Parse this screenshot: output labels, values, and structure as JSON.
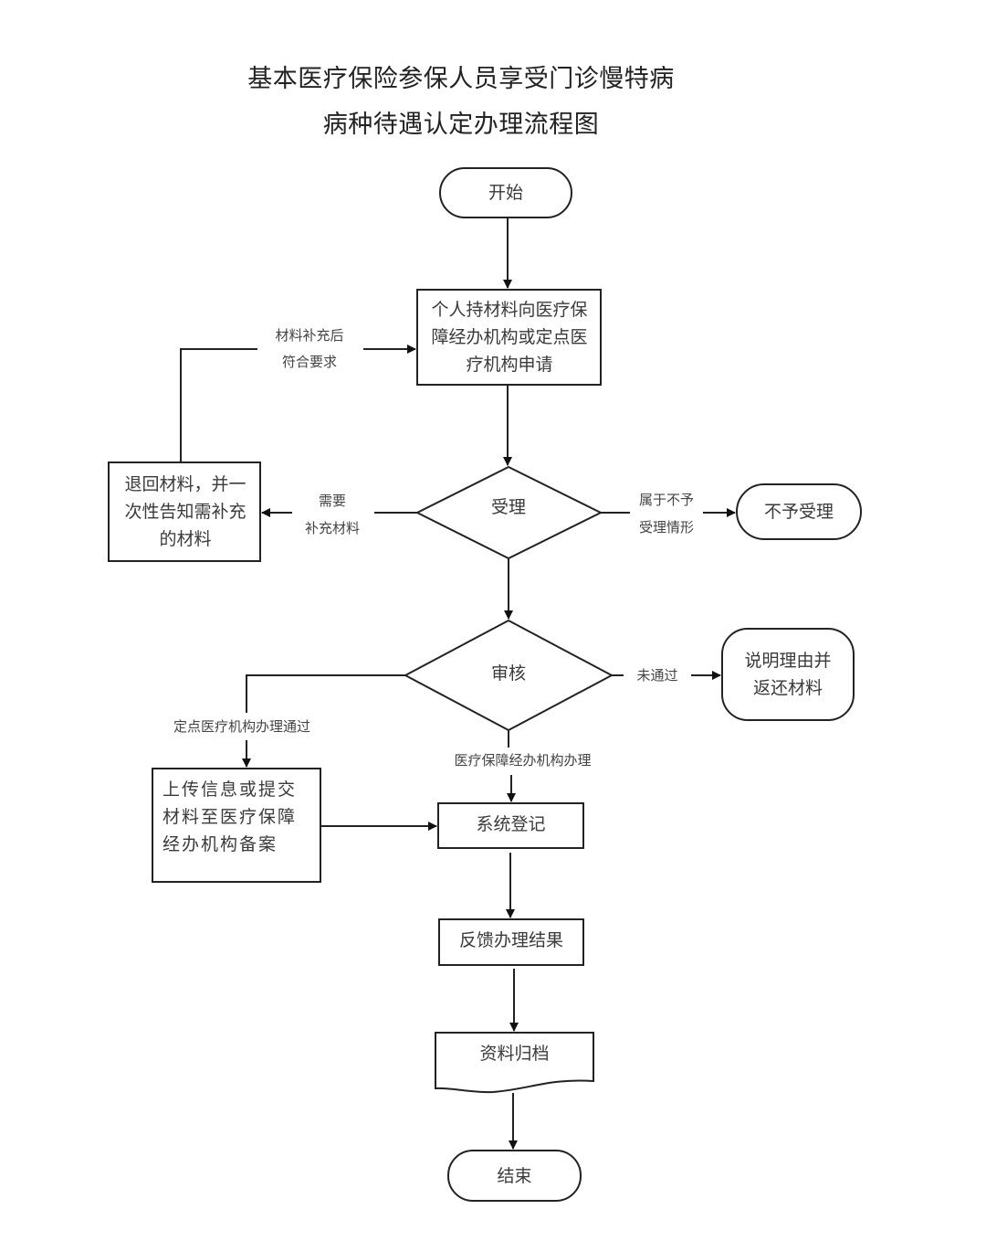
{
  "title": {
    "line1": "基本医疗保险参保人员享受门诊慢特病",
    "line2": "病种待遇认定办理流程图"
  },
  "nodes": {
    "start": "开始",
    "apply": "个人持材料向医疗保障经办机构或定点医疗机构申请",
    "accept": "受理",
    "return_materials": "退回材料，并一次性告知需补充的材料",
    "reject": "不予受理",
    "review": "审核",
    "explain_return": "说明理由并返还材料",
    "upload": "上传信息或提交材料至医疗保障经办机构备案",
    "register": "系统登记",
    "feedback": "反馈办理结果",
    "archive": "资料归档",
    "end": "结束"
  },
  "edge_labels": {
    "resubmit_1": "材料补充后",
    "resubmit_2": "符合要求",
    "need_more_1": "需要",
    "need_more_2": "补充材料",
    "not_accept_1": "属于不予",
    "not_accept_2": "受理情形",
    "failed": "未通过",
    "hospital_pass": "定点医疗机构办理通过",
    "agency_handle": "医疗保障经办机构办理"
  }
}
